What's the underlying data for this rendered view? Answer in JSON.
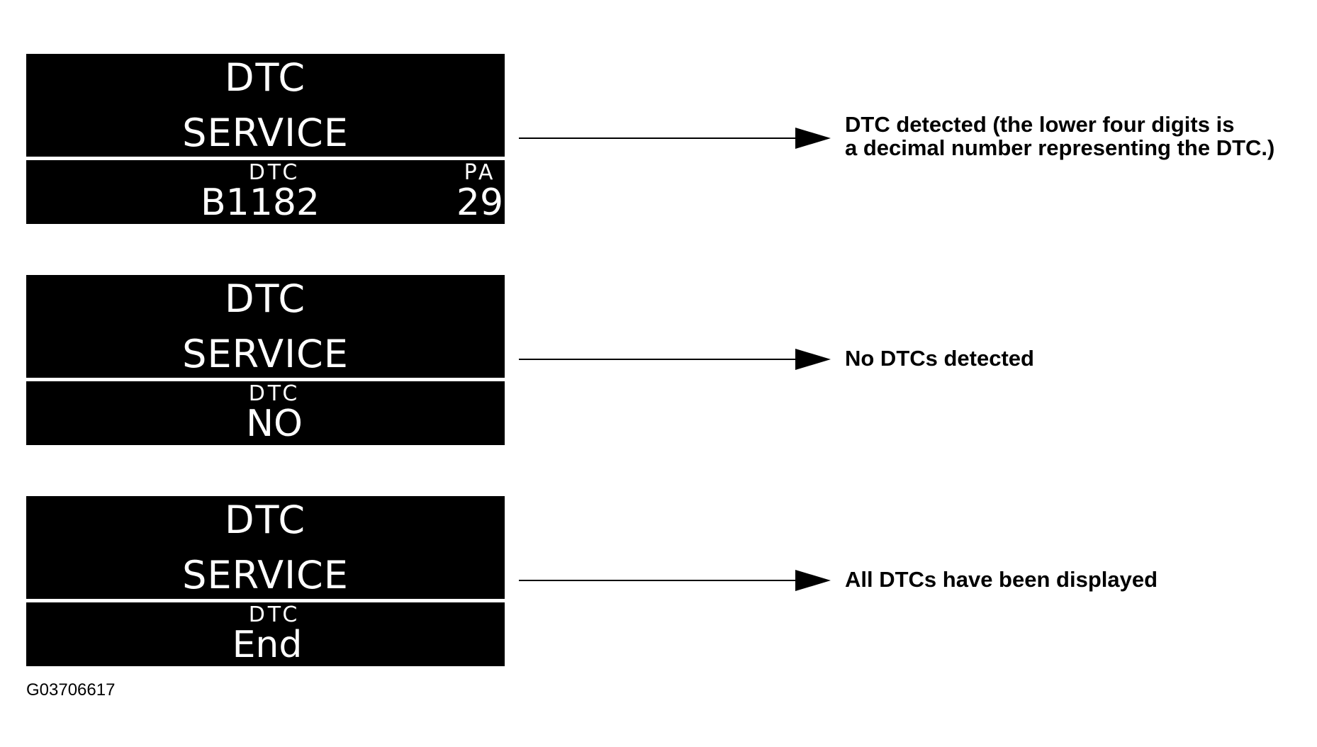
{
  "panels": [
    {
      "title": "DTC",
      "subtitle": "SERVICE",
      "code_label": "DTC",
      "code_value": "B1182",
      "pa_label": "PA",
      "pa_value": "29",
      "description_line1": "DTC detected (the lower four digits is",
      "description_line2": "a decimal number representing the DTC.)"
    },
    {
      "title": "DTC",
      "subtitle": "SERVICE",
      "code_label": "DTC",
      "code_value": "NO",
      "description_line1": "No DTCs detected"
    },
    {
      "title": "DTC",
      "subtitle": "SERVICE",
      "code_label": "DTC",
      "code_value": "End",
      "description_line1": "All DTCs have been displayed"
    }
  ],
  "figure_id": "G03706617",
  "colors": {
    "panel_background": "#000000",
    "panel_text": "#ffffff",
    "page_background": "#ffffff",
    "arrow": "#000000"
  }
}
